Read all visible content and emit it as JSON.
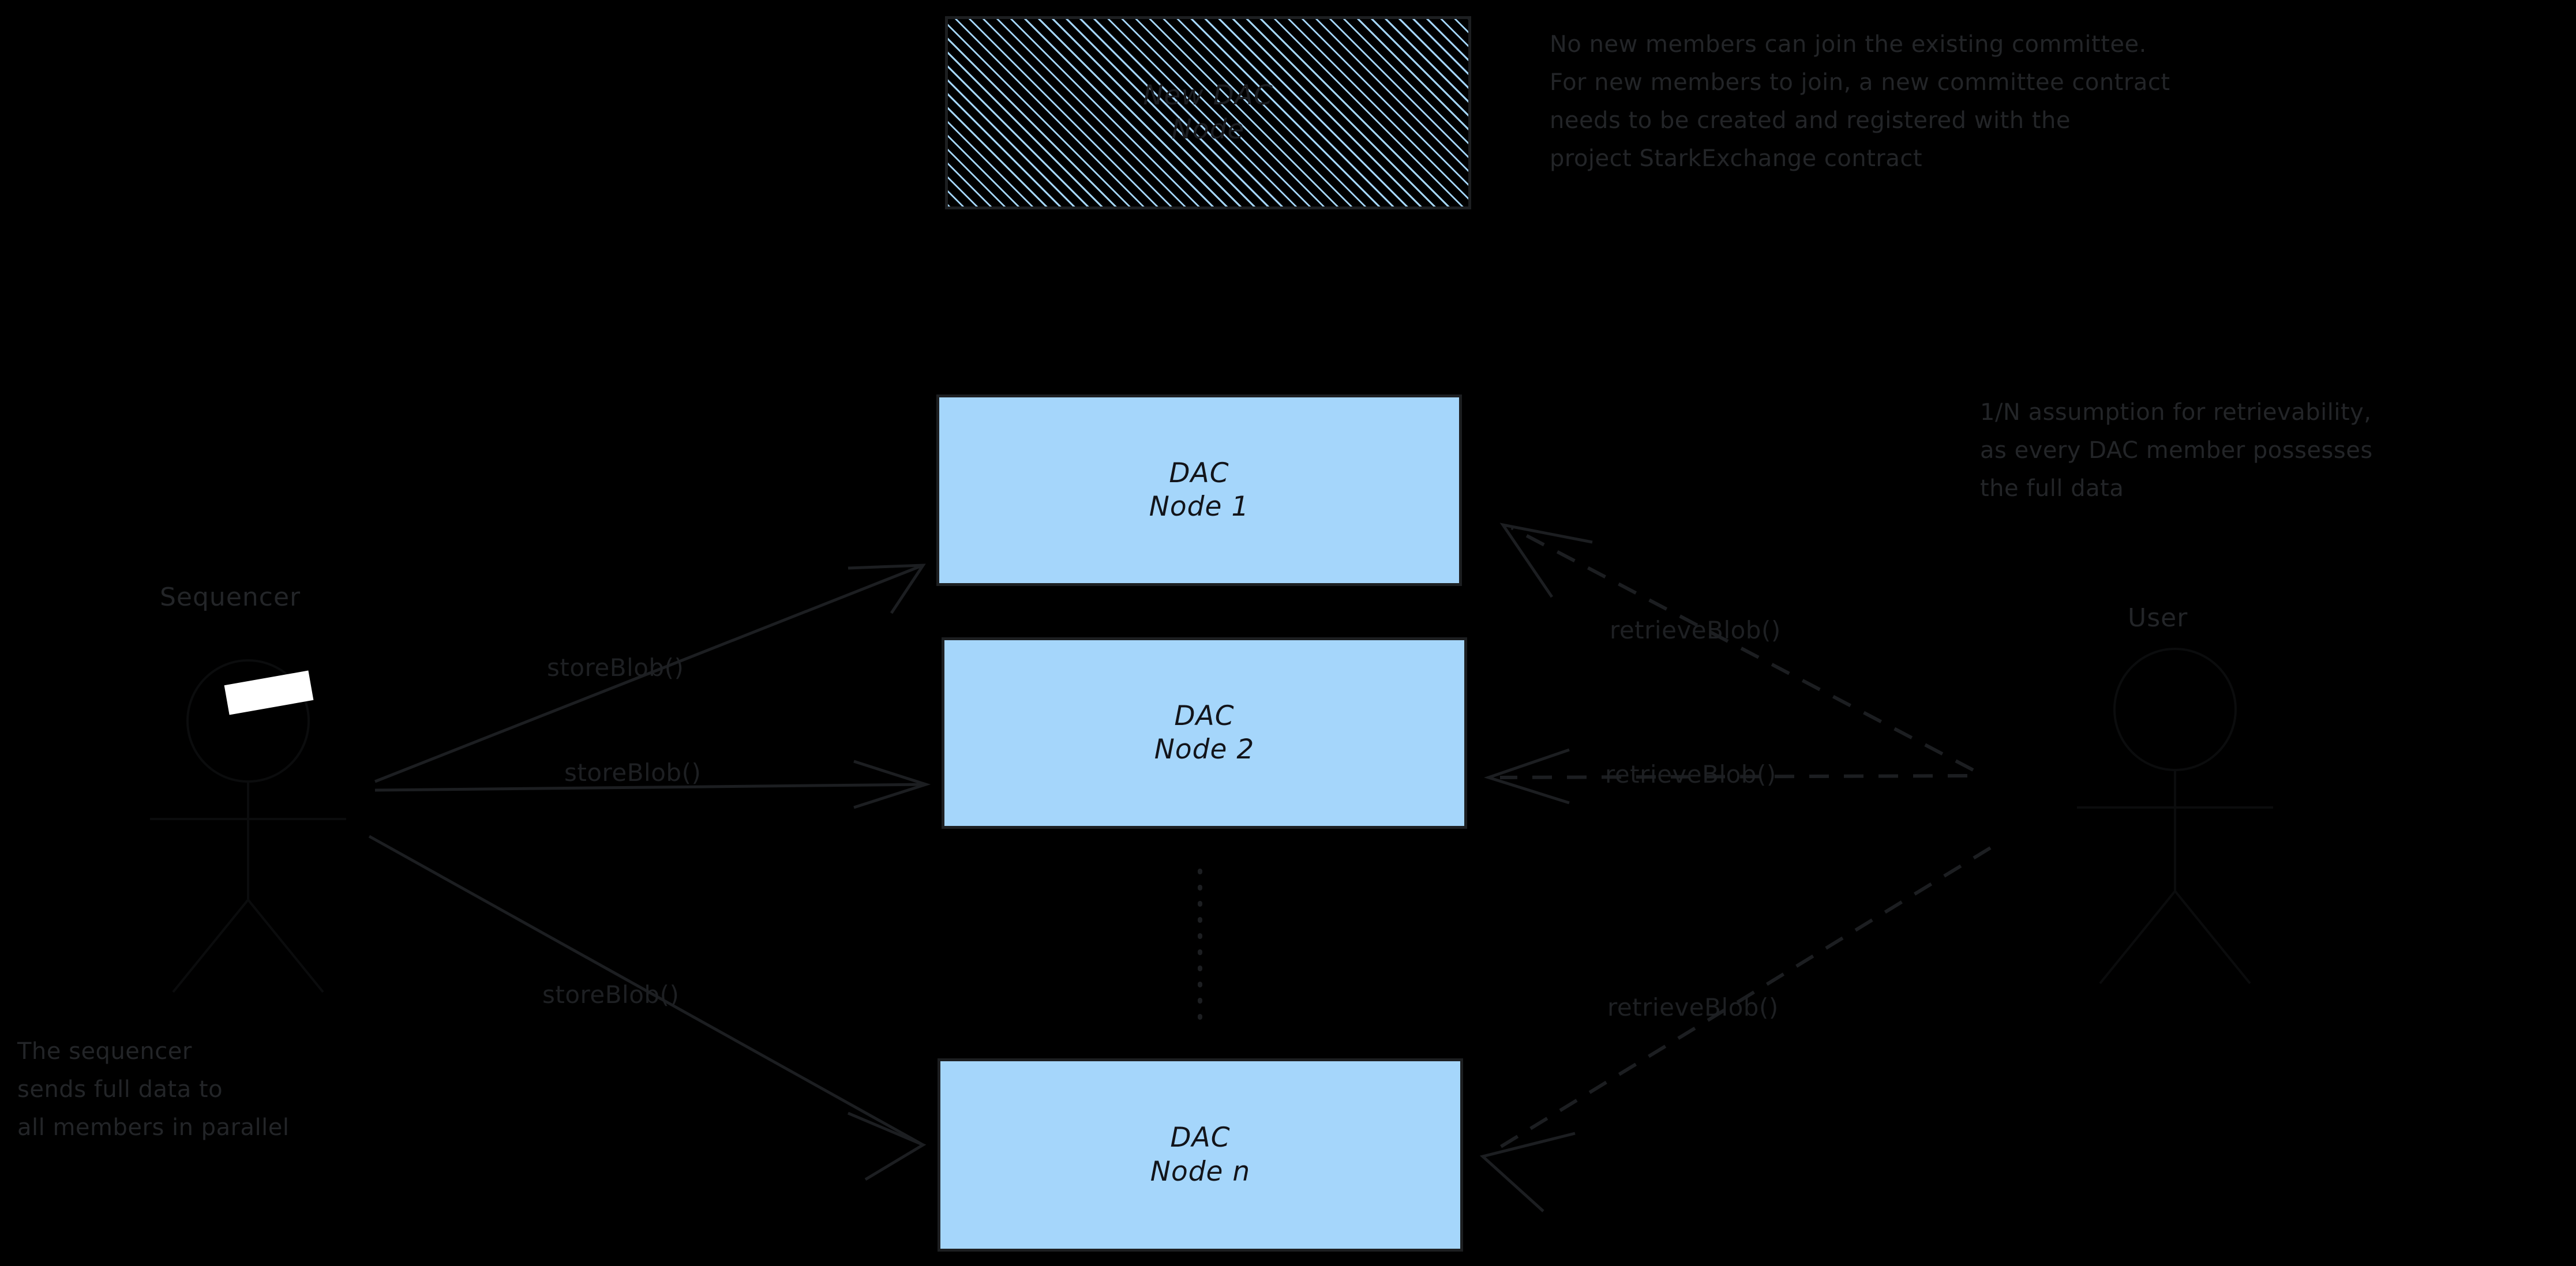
{
  "diagram": {
    "background_color": "#000000",
    "node_fill_color": "#a5d6fb",
    "stroke_color": "#1c1e21",
    "text_color": "#232528"
  },
  "actors": {
    "sequencer": {
      "label": "Sequencer",
      "icon": "stick-figure-actor-icon"
    },
    "user": {
      "label": "User",
      "icon": "stick-figure-actor-icon"
    }
  },
  "new_node": {
    "title": "New DAC",
    "subtitle": "Node",
    "style": "hatched"
  },
  "nodes": [
    {
      "title": "DAC",
      "subtitle": "Node 1"
    },
    {
      "title": "DAC",
      "subtitle": "Node 2"
    },
    {
      "title": "DAC",
      "subtitle": "Node n"
    }
  ],
  "store_edges": [
    {
      "label": "storeBlob()",
      "target": "Node 1",
      "style": "solid"
    },
    {
      "label": "storeBlob()",
      "target": "Node 2",
      "style": "solid"
    },
    {
      "label": "storeBlob()",
      "target": "Node n",
      "style": "solid"
    }
  ],
  "retrieve_edges": [
    {
      "label": "retrieveBlob()",
      "source": "Node 1",
      "style": "dashed"
    },
    {
      "label": "retrieveBlob()",
      "source": "Node 2",
      "style": "dashed"
    },
    {
      "label": "retrieveBlob()",
      "source": "Node n",
      "style": "dashed"
    }
  ],
  "annotations": {
    "committee": "No new members can join the existing committee.\nFor new members to join, a new committee contract\nneeds to be created and registered with the\nproject StarkExchange contract",
    "retrievability": "1/N assumption for retrievability,\nas every DAC member possesses\nthe full data",
    "sequencer_note": "The sequencer\nsends full data to\nall members in parallel"
  }
}
